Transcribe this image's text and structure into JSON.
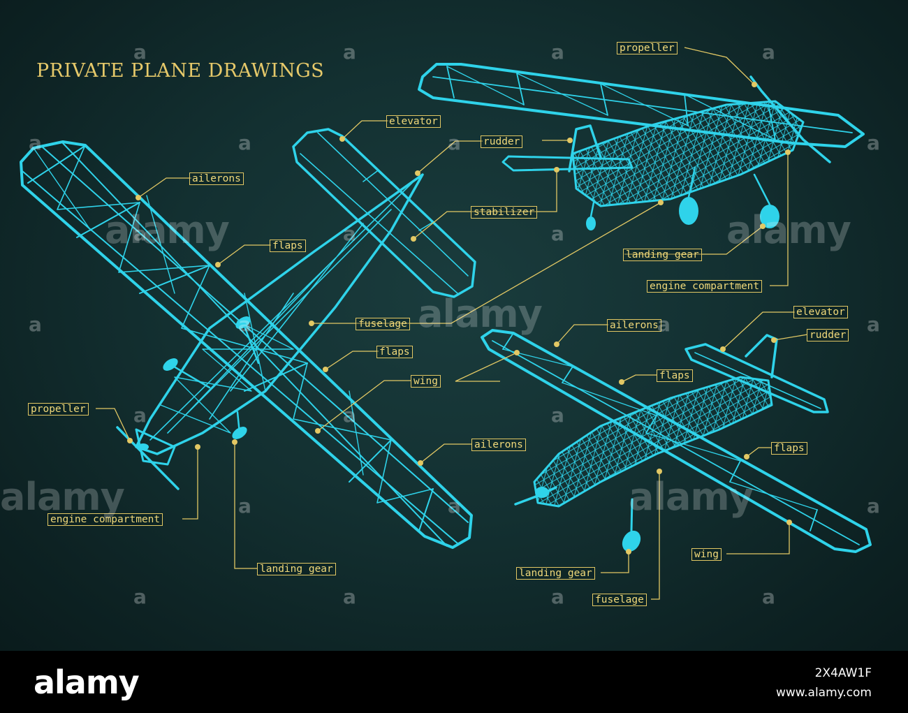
{
  "title": "PRIVATE PLANE DRAWINGS",
  "colors": {
    "wireframe": "#2fd3ea",
    "label": "#f0d97a",
    "leader": "#e2c864",
    "background": "#133031"
  },
  "labels": {
    "propeller_top": "propeller",
    "elevator_top": "elevator",
    "rudder_top": "rudder",
    "ailerons_left": "ailerons",
    "stabilizer": "stabilizer",
    "flaps_left": "flaps",
    "landing_gear_top": "landing gear",
    "engine_compartment_top": "engine compartment",
    "fuselage_mid": "fuselage",
    "ailerons_mid": "ailerons",
    "elevator_right": "elevator",
    "rudder_right": "rudder",
    "flaps_mid": "flaps",
    "wing_mid": "wing",
    "flaps_right": "flaps",
    "propeller_left": "propeller",
    "ailerons_bottom": "ailerons",
    "engine_compartment_left": "engine compartment",
    "landing_gear_left": "landing gear",
    "wing_right": "wing",
    "landing_gear_right": "landing gear",
    "fuselage_bottom": "fuselage"
  },
  "watermark": {
    "mark": "a",
    "word": "alamy"
  },
  "footer": {
    "brand": "alamy",
    "image_id": "2X4AW1F",
    "site": "www.alamy.com"
  }
}
